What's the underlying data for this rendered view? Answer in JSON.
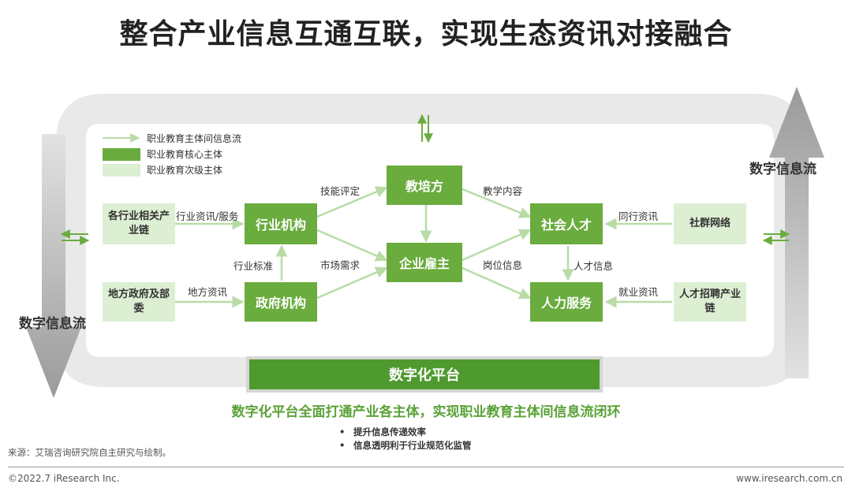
{
  "title": "整合产业信息互通互联，实现生态资讯对接融合",
  "legend": {
    "flow": "职业教育主体间信息流",
    "core": "职业教育核心主体",
    "secondary": "职业教育次级主体"
  },
  "core_nodes": {
    "jiaopeifang": "教培方",
    "hangye_jigou": "行业机构",
    "qiye_guzhu": "企业雇主",
    "zhengfu_jigou": "政府机构",
    "shehui_rencai": "社会人才",
    "renli_fuwu": "人力服务"
  },
  "secondary_nodes": {
    "industry_chain": "各行业相关产业链",
    "local_gov": "地方政府及部委",
    "community": "社群网络",
    "recruitment": "人才招聘产业链"
  },
  "edge_labels": {
    "skill_eval": "技能评定",
    "teaching_content": "教学内容",
    "industry_info": "行业资讯/服务",
    "peer_info": "同行资讯",
    "industry_standard": "行业标准",
    "market_demand": "市场需求",
    "position_info": "岗位信息",
    "talent_info": "人才信息",
    "local_info": "地方资讯",
    "employment_info": "就业资讯"
  },
  "flow_labels": {
    "right": "数字信息流",
    "left": "数字信息流"
  },
  "platform": "数字化平台",
  "subtitle": "数字化平台全面打通产业各主体，实现职业教育主体间信息流闭环",
  "bullets": [
    "提升信息传递效率",
    "信息透明利于行业规范化监管"
  ],
  "bullet_symbol": "•",
  "source": "来源：艾瑞咨询研究院自主研究与绘制。",
  "copyright": "©2022.7 iResearch Inc.",
  "website": "www.iresearch.com.cn",
  "colors": {
    "core": "#6aac3e",
    "secondary": "#dcefd3",
    "flow_line": "#b9dca6",
    "loop": "#e9e9e9",
    "big_arrow": "#a9a9a9"
  }
}
